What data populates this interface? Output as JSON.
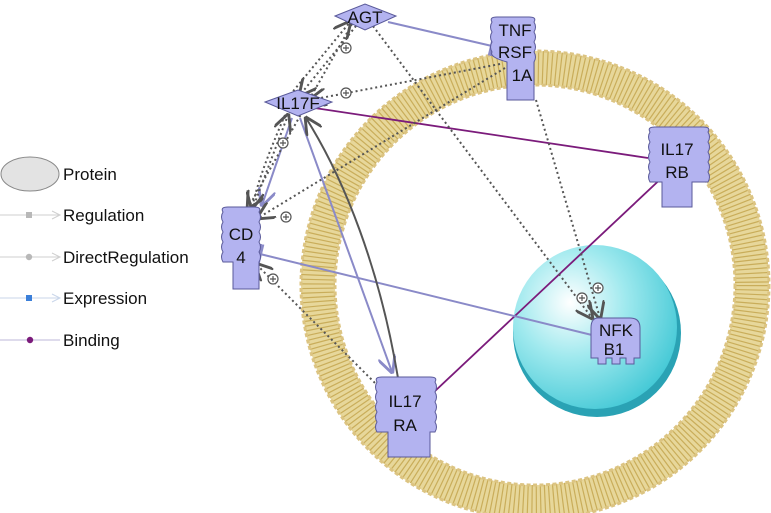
{
  "legend": {
    "items": [
      {
        "label": "Protein",
        "symbol": "ellipse"
      },
      {
        "label": "Regulation",
        "symbol": "square",
        "color": "#b8b8b8"
      },
      {
        "label": "DirectRegulation",
        "symbol": "dot",
        "color": "#b8b8b8"
      },
      {
        "label": "Expression",
        "symbol": "square",
        "color": "#3b7fd9"
      },
      {
        "label": "Binding",
        "symbol": "dot",
        "color": "#7b1b7b"
      }
    ]
  },
  "nodes": {
    "agt": {
      "lines": [
        "AGT"
      ],
      "shape": "diamond"
    },
    "il17f": {
      "lines": [
        "IL17F"
      ],
      "shape": "diamond"
    },
    "tnfrsf1a": {
      "lines": [
        "TNF",
        "RSF",
        "1A"
      ],
      "shape": "receptor"
    },
    "il17rb": {
      "lines": [
        "IL17",
        "RB"
      ],
      "shape": "receptor"
    },
    "cd4": {
      "lines": [
        "CD",
        "4"
      ],
      "shape": "receptor"
    },
    "il17ra": {
      "lines": [
        "IL17",
        "RA"
      ],
      "shape": "receptor"
    },
    "nfkb1": {
      "lines": [
        "NFK",
        "B1"
      ],
      "shape": "transcription-factor"
    }
  },
  "colors": {
    "node_fill": "#b3b3f0",
    "node_stroke": "#5a5a9a",
    "membrane": "#d8c27a",
    "nucleus": "#5fd6e0",
    "binding": "#7b1b7b",
    "expression": "#8a8ac8",
    "regulation": "#555555"
  }
}
